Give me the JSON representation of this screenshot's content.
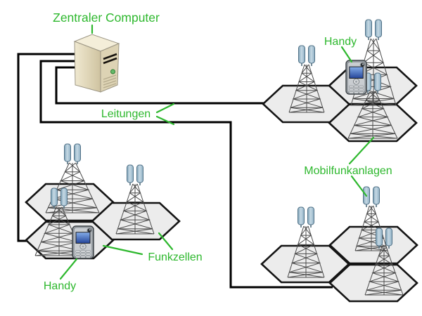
{
  "labels": {
    "central_computer": "Zentraler Computer",
    "lines": "Leitungen",
    "handy_top": "Handy",
    "handy_bottom": "Handy",
    "cells": "Funkzellen",
    "mobile_stations": "Mobilfunkanlagen"
  },
  "colors": {
    "label_green": "#2EB82E",
    "connection_black": "#000000",
    "cell_fill": "#ECECEC",
    "cell_border": "#141414",
    "antenna_blue": "#A8C3D2",
    "server_beige": "#DDD3B4",
    "phone_screen_blue": "#2A4FA0"
  },
  "diagram": {
    "central_computer_connections": 3,
    "clusters": [
      {
        "id": "top-right",
        "cells": 3,
        "towers": 3,
        "phones": 1
      },
      {
        "id": "bottom-left",
        "cells": 3,
        "towers": 3,
        "phones": 1
      },
      {
        "id": "bottom-right",
        "cells": 3,
        "towers": 3,
        "phones": 0
      }
    ]
  }
}
